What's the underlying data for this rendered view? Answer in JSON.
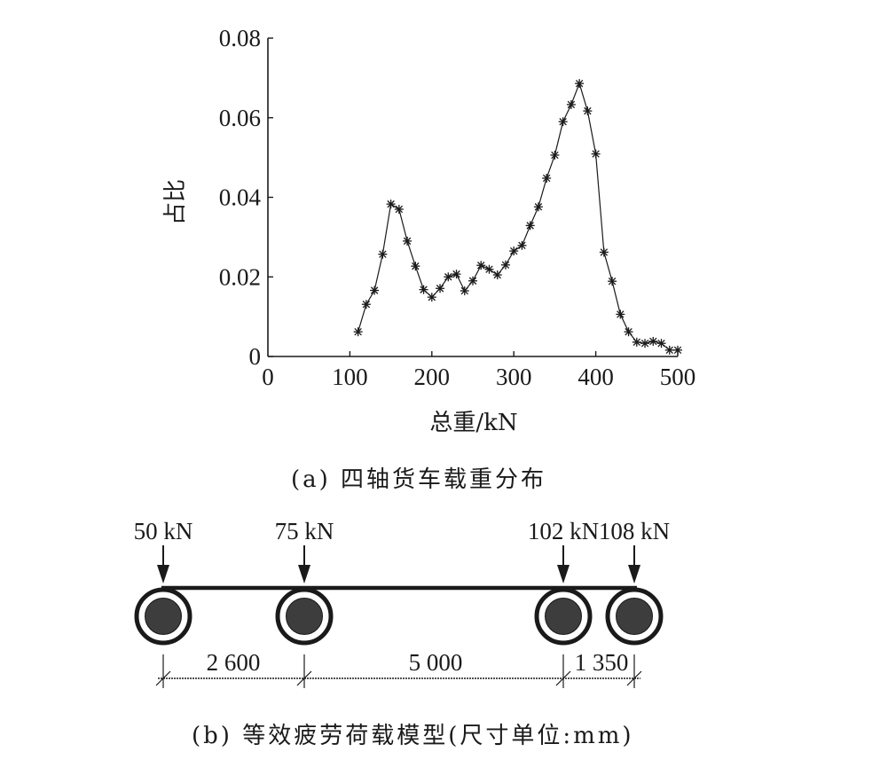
{
  "chart_data": [
    {
      "type": "line",
      "title": "(a) 四轴货车载重分布",
      "xlabel": "总重/kN",
      "ylabel": "占比",
      "xlim": [
        0,
        500
      ],
      "ylim": [
        0,
        0.08
      ],
      "x_ticks": [
        "0",
        "100",
        "200",
        "300",
        "400",
        "500"
      ],
      "y_ticks": [
        "0",
        "0.02",
        "0.04",
        "0.06",
        "0.08"
      ],
      "grid": false,
      "marker": "asterisk",
      "series": [
        {
          "name": "载重分布",
          "x": [
            110,
            120,
            130,
            140,
            150,
            160,
            170,
            180,
            190,
            200,
            210,
            220,
            230,
            240,
            250,
            260,
            270,
            280,
            290,
            300,
            310,
            320,
            330,
            340,
            350,
            360,
            370,
            380,
            390,
            400,
            410,
            420,
            430,
            440,
            450,
            460,
            470,
            480,
            490,
            500
          ],
          "values": [
            0.0062,
            0.0131,
            0.0166,
            0.0257,
            0.0383,
            0.037,
            0.029,
            0.0227,
            0.0168,
            0.0149,
            0.0171,
            0.02,
            0.0207,
            0.0165,
            0.019,
            0.0229,
            0.0219,
            0.0205,
            0.023,
            0.0265,
            0.0279,
            0.0329,
            0.0376,
            0.0448,
            0.0506,
            0.059,
            0.0633,
            0.0686,
            0.0617,
            0.0509,
            0.0262,
            0.0189,
            0.0106,
            0.0062,
            0.0036,
            0.0033,
            0.0038,
            0.0033,
            0.0016,
            0.0016
          ]
        }
      ]
    },
    {
      "type": "diagram",
      "title": "(b) 等效疲劳荷载模型(尺寸单位:mm)",
      "axles": [
        {
          "load": "50 kN",
          "position_mm": 0
        },
        {
          "load": "75 kN",
          "position_mm": 2600
        },
        {
          "load": "102 kN",
          "position_mm": 7600
        },
        {
          "load": "108 kN",
          "position_mm": 8950
        }
      ],
      "spacings": [
        "2 600",
        "5 000",
        "1 350"
      ]
    }
  ],
  "chart_a": {
    "y_ticks": [
      "0.08",
      "0.06",
      "0.04",
      "0.02",
      "0"
    ],
    "x_ticks": [
      "0",
      "100",
      "200",
      "300",
      "400",
      "500"
    ],
    "ylabel": "占比",
    "xlabel": "总重/kN",
    "caption": "(a) 四轴货车载重分布"
  },
  "diagram_b": {
    "loads": [
      "50 kN",
      "75 kN",
      "102 kN",
      "108 kN"
    ],
    "spacings": [
      "2 600",
      "5 000",
      "1 350"
    ],
    "caption": "(b) 等效疲劳荷载模型(尺寸单位:mm)"
  },
  "colors": {
    "ink": "#1a1a1a",
    "wheel_fill": "#3d3d3d",
    "background": "#ffffff"
  }
}
